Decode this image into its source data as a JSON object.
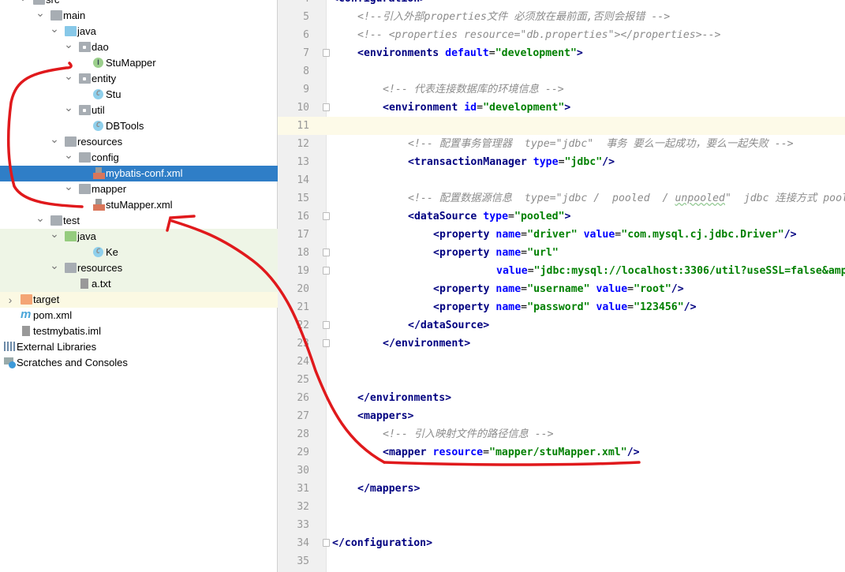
{
  "tree": [
    {
      "label": "src",
      "lvl": 0,
      "chev": "v",
      "icon": "folder"
    },
    {
      "label": "main",
      "lvl": 1,
      "chev": "v",
      "icon": "folder"
    },
    {
      "label": "java",
      "lvl": 2,
      "chev": "v",
      "icon": "folder-blue"
    },
    {
      "label": "dao",
      "lvl": 3,
      "chev": "v",
      "icon": "package"
    },
    {
      "label": "StuMapper",
      "lvl": 4,
      "icon": "interface"
    },
    {
      "label": "entity",
      "lvl": 3,
      "chev": "v",
      "icon": "package"
    },
    {
      "label": "Stu",
      "lvl": 4,
      "icon": "class"
    },
    {
      "label": "util",
      "lvl": 3,
      "chev": "v",
      "icon": "package"
    },
    {
      "label": "DBTools",
      "lvl": 4,
      "icon": "class"
    },
    {
      "label": "resources",
      "lvl": 2,
      "chev": "v",
      "icon": "folder-res"
    },
    {
      "label": "config",
      "lvl": 3,
      "chev": "v",
      "icon": "folder"
    },
    {
      "label": "mybatis-conf.xml",
      "lvl": 4,
      "icon": "xml",
      "selected": true
    },
    {
      "label": "mapper",
      "lvl": 3,
      "chev": "v",
      "icon": "folder"
    },
    {
      "label": "stuMapper.xml",
      "lvl": 4,
      "icon": "xml"
    },
    {
      "label": "test",
      "lvl": 1,
      "chev": "v",
      "icon": "folder"
    },
    {
      "label": "java",
      "lvl": 2,
      "chev": "v",
      "icon": "folder-green",
      "bg": "green"
    },
    {
      "label": "Ke",
      "lvl": 4,
      "icon": "class",
      "bg": "green"
    },
    {
      "label": "resources",
      "lvl": 2,
      "chev": "v",
      "icon": "folder-res",
      "bg": "green"
    },
    {
      "label": "a.txt",
      "lvl": 3,
      "icon": "text",
      "bg": "green"
    },
    {
      "label": "target",
      "lvl": -1,
      "chev": ">",
      "icon": "folder-orange",
      "bg": "yellow"
    },
    {
      "label": "pom.xml",
      "lvl": -1,
      "icon": "maven"
    },
    {
      "label": "testmybatis.iml",
      "lvl": -1,
      "icon": "iml"
    },
    {
      "label": "External Libraries",
      "lvl": -2,
      "icon": "libraries"
    },
    {
      "label": "Scratches and Consoles",
      "lvl": -2,
      "icon": "scratches"
    }
  ],
  "editor": {
    "first_line": 4,
    "current_line": 11,
    "lines": [
      {
        "n": 4,
        "i": 0,
        "tk": [
          [
            "t",
            "<configuration>"
          ]
        ]
      },
      {
        "n": 5,
        "i": 1,
        "tk": [
          [
            "c",
            "<!--引入外部properties文件 必须放在最前面,否则会报错 -->"
          ]
        ]
      },
      {
        "n": 6,
        "i": 1,
        "tk": [
          [
            "c",
            "<!-- <properties resource=\"db.properties\"></properties>-->"
          ]
        ]
      },
      {
        "n": 7,
        "i": 1,
        "fold": true,
        "tk": [
          [
            "t",
            "<environments "
          ],
          [
            "a",
            "default"
          ],
          [
            "p",
            "="
          ],
          [
            "v",
            "\"development\""
          ],
          [
            "t",
            ">"
          ]
        ]
      },
      {
        "n": 8,
        "i": 0,
        "tk": []
      },
      {
        "n": 9,
        "i": 2,
        "tk": [
          [
            "c",
            "<!-- 代表连接数据库的环境信息 -->"
          ]
        ]
      },
      {
        "n": 10,
        "i": 2,
        "fold": true,
        "tk": [
          [
            "t",
            "<environment "
          ],
          [
            "a",
            "id"
          ],
          [
            "p",
            "="
          ],
          [
            "v",
            "\"development\""
          ],
          [
            "t",
            ">"
          ]
        ]
      },
      {
        "n": 11,
        "i": 0,
        "tk": []
      },
      {
        "n": 12,
        "i": 3,
        "tk": [
          [
            "c",
            "<!-- 配置事务管理器  type=\"jdbc\"  事务 要么一起成功，要么一起失败 -->"
          ]
        ]
      },
      {
        "n": 13,
        "i": 3,
        "tk": [
          [
            "t",
            "<transactionManager "
          ],
          [
            "a",
            "type"
          ],
          [
            "p",
            "="
          ],
          [
            "v",
            "\"jdbc\""
          ],
          [
            "t",
            "/>"
          ]
        ]
      },
      {
        "n": 14,
        "i": 0,
        "tk": []
      },
      {
        "n": 15,
        "i": 3,
        "tk": [
          [
            "c",
            "<!-- 配置数据源信息  type=\"jdbc /  pooled  / "
          ],
          [
            "cu",
            "unpooled"
          ],
          [
            "c",
            "\"  jdbc 连接方式 pooled"
          ]
        ]
      },
      {
        "n": 16,
        "i": 3,
        "fold": true,
        "tk": [
          [
            "t",
            "<dataSource "
          ],
          [
            "a",
            "type"
          ],
          [
            "p",
            "="
          ],
          [
            "v",
            "\"pooled\""
          ],
          [
            "t",
            ">"
          ]
        ]
      },
      {
        "n": 17,
        "i": 4,
        "tk": [
          [
            "t",
            "<property "
          ],
          [
            "a",
            "name"
          ],
          [
            "p",
            "="
          ],
          [
            "v",
            "\"driver\" "
          ],
          [
            "a",
            "value"
          ],
          [
            "p",
            "="
          ],
          [
            "v",
            "\"com.mysql.cj.jdbc.Driver\""
          ],
          [
            "t",
            "/>"
          ]
        ]
      },
      {
        "n": 18,
        "i": 4,
        "fold": true,
        "tk": [
          [
            "t",
            "<property "
          ],
          [
            "a",
            "name"
          ],
          [
            "p",
            "="
          ],
          [
            "v",
            "\"url\""
          ]
        ]
      },
      {
        "n": 19,
        "i": 4,
        "fold": true,
        "pad": 10,
        "tk": [
          [
            "a",
            "value"
          ],
          [
            "p",
            "="
          ],
          [
            "v",
            "\"jdbc:mysql://localhost:3306/util?useSSL=false&amp"
          ]
        ]
      },
      {
        "n": 20,
        "i": 4,
        "tk": [
          [
            "t",
            "<property "
          ],
          [
            "a",
            "name"
          ],
          [
            "p",
            "="
          ],
          [
            "v",
            "\"username\" "
          ],
          [
            "a",
            "value"
          ],
          [
            "p",
            "="
          ],
          [
            "v",
            "\"root\""
          ],
          [
            "t",
            "/>"
          ]
        ]
      },
      {
        "n": 21,
        "i": 4,
        "tk": [
          [
            "t",
            "<property "
          ],
          [
            "a",
            "name"
          ],
          [
            "p",
            "="
          ],
          [
            "v",
            "\"password\" "
          ],
          [
            "a",
            "value"
          ],
          [
            "p",
            "="
          ],
          [
            "v",
            "\"123456\""
          ],
          [
            "t",
            "/>"
          ]
        ]
      },
      {
        "n": 22,
        "i": 3,
        "fold": true,
        "tk": [
          [
            "t",
            "</dataSource>"
          ]
        ]
      },
      {
        "n": 23,
        "i": 2,
        "fold": true,
        "tk": [
          [
            "t",
            "</environment>"
          ]
        ]
      },
      {
        "n": 24,
        "i": 0,
        "tk": []
      },
      {
        "n": 25,
        "i": 0,
        "tk": []
      },
      {
        "n": 26,
        "i": 1,
        "tk": [
          [
            "t",
            "</environments>"
          ]
        ]
      },
      {
        "n": 27,
        "i": 1,
        "tk": [
          [
            "t",
            "<mappers>"
          ]
        ]
      },
      {
        "n": 28,
        "i": 2,
        "tk": [
          [
            "c",
            "<!-- 引入映射文件的路径信息 -->"
          ]
        ]
      },
      {
        "n": 29,
        "i": 2,
        "tk": [
          [
            "t",
            "<mapper "
          ],
          [
            "a",
            "resource"
          ],
          [
            "p",
            "="
          ],
          [
            "v",
            "\"mapper/stuMapper.xml\""
          ],
          [
            "t",
            "/>"
          ]
        ]
      },
      {
        "n": 30,
        "i": 0,
        "tk": []
      },
      {
        "n": 31,
        "i": 1,
        "tk": [
          [
            "t",
            "</mappers>"
          ]
        ]
      },
      {
        "n": 32,
        "i": 0,
        "tk": []
      },
      {
        "n": 33,
        "i": 0,
        "tk": []
      },
      {
        "n": 34,
        "i": 0,
        "fold": true,
        "tk": [
          [
            "t",
            "</configuration>"
          ]
        ]
      },
      {
        "n": 35,
        "i": 0,
        "tk": []
      }
    ]
  },
  "colors": {
    "annotation": "#e0191c",
    "selection": "#2f7ec7"
  }
}
